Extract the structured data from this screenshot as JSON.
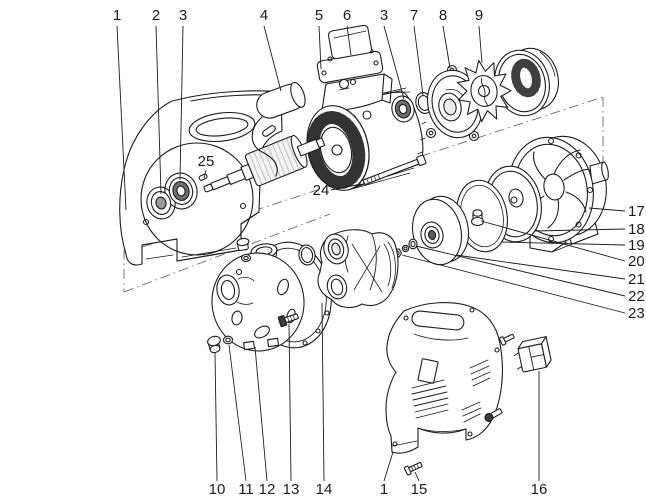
{
  "figure": {
    "background_color": "#ffffff",
    "line_color": "#1d1d1d",
    "shade_color": "#e9e9e9",
    "dark_color": "#4a4a4a"
  },
  "callouts": {
    "top": [
      "1",
      "2",
      "3",
      "4",
      "5",
      "6",
      "3",
      "7",
      "8",
      "9"
    ],
    "middle": [
      "25",
      "24"
    ],
    "right": [
      "17",
      "18",
      "19",
      "20",
      "21",
      "22",
      "23"
    ],
    "bottom": [
      "10",
      "11",
      "12",
      "13",
      "14",
      "1",
      "15",
      "16"
    ]
  }
}
